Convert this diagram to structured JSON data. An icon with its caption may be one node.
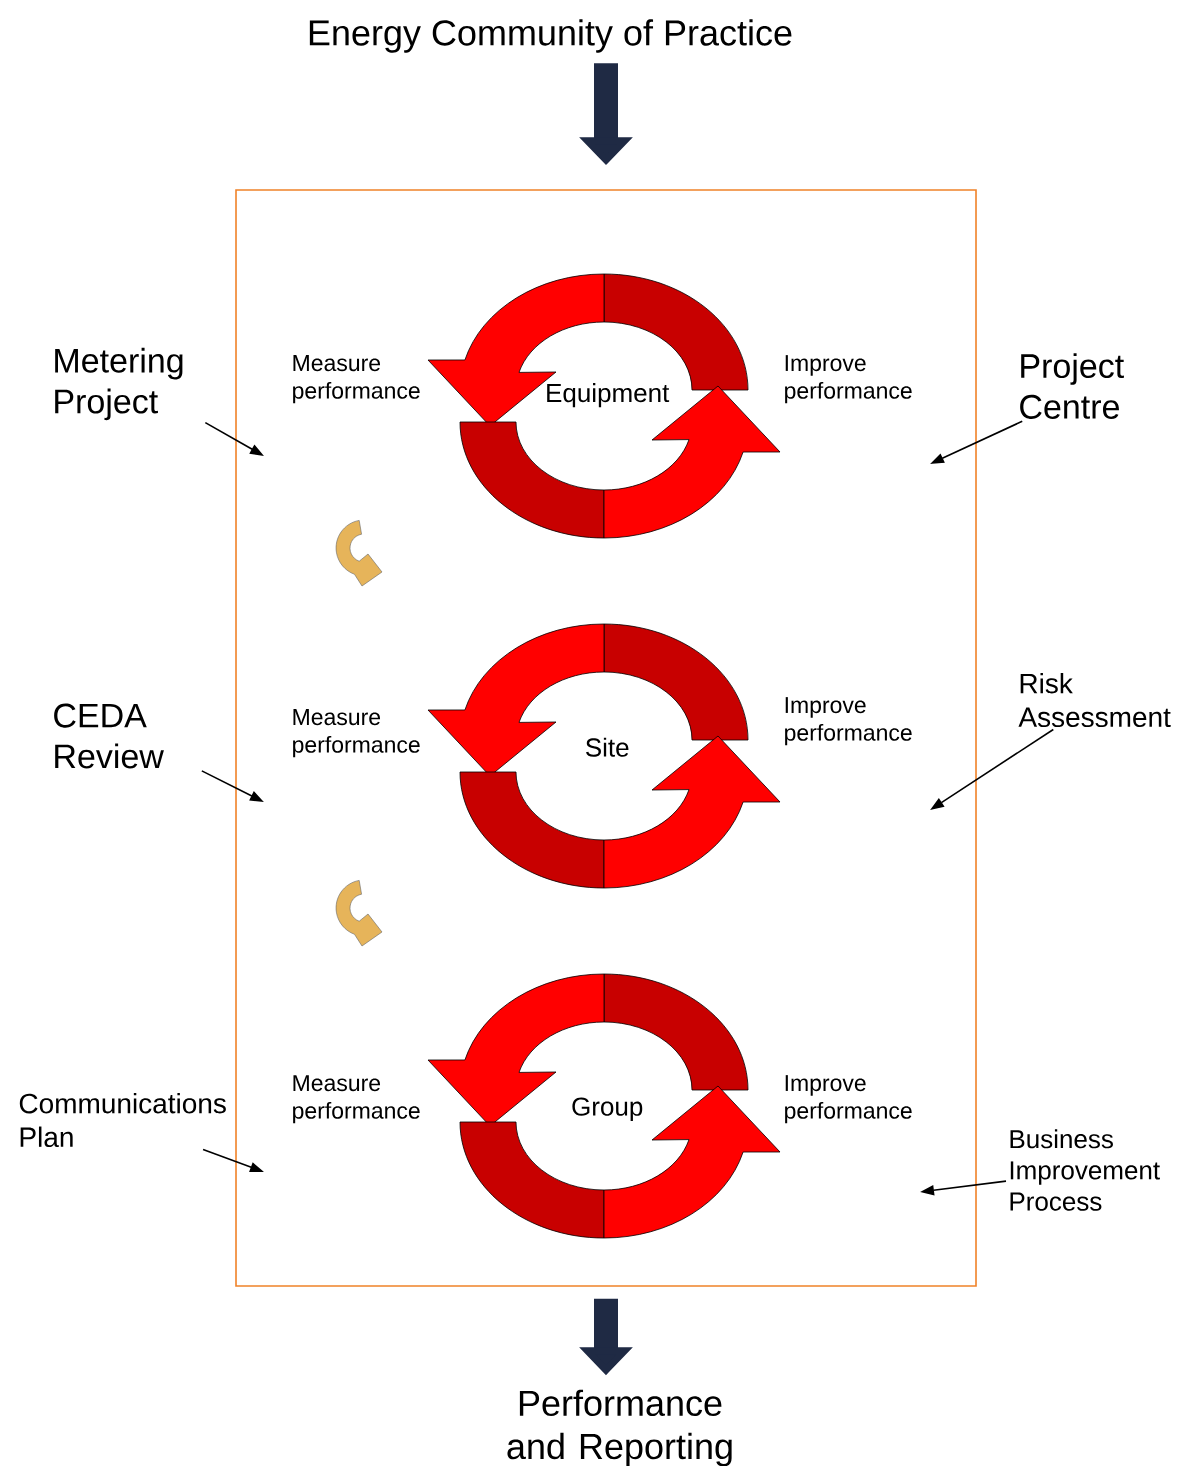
{
  "diagram": {
    "nodes": [
      {
        "text": [
          "Energy Community of Practice"
        ]
      },
      {
        "text": [],
        "shape": "box"
      },
      {
        "text": [
          "Measure performance"
        ],
        "in": 1
      },
      {
        "text": [
          "Equipment"
        ],
        "in": 1
      },
      {
        "text": [
          "Improve performance"
        ],
        "in": 1
      },
      {
        "text": [
          "Measure performance"
        ],
        "in": 1
      },
      {
        "text": [
          "Site"
        ],
        "in": 1
      },
      {
        "text": [
          "Improve performance"
        ],
        "in": 1
      },
      {
        "text": [
          "Measure performance"
        ],
        "in": 1
      },
      {
        "text": [
          "Group"
        ],
        "in": 1
      },
      {
        "text": [
          "Improve performance"
        ],
        "in": 1
      },
      {
        "text": [
          "Performance and Reporting"
        ]
      },
      {
        "text": [
          "Metering Project"
        ]
      },
      {
        "text": [
          "Project Centre"
        ]
      },
      {
        "text": [
          "CEDA Review"
        ]
      },
      {
        "text": [
          "Risk Assessment"
        ]
      },
      {
        "text": [
          "Communications Plan"
        ]
      },
      {
        "text": [
          "Business Improvement Process"
        ]
      }
    ],
    "edges": [
      {
        "from": 0,
        "to": 1,
        "arrow": "to",
        "style": "thick",
        "color": "#1f2a44"
      },
      {
        "from": 1,
        "to": 11,
        "arrow": "to",
        "style": "thick",
        "color": "#1f2a44"
      },
      {
        "from": 12,
        "to": 1,
        "arrow": "to"
      },
      {
        "from": 13,
        "to": 1,
        "arrow": "to"
      },
      {
        "from": 14,
        "to": 1,
        "arrow": "to"
      },
      {
        "from": 15,
        "to": 1,
        "arrow": "to"
      },
      {
        "from": 16,
        "to": 1,
        "arrow": "to"
      },
      {
        "from": 17,
        "to": 1,
        "arrow": "to"
      }
    ]
  }
}
